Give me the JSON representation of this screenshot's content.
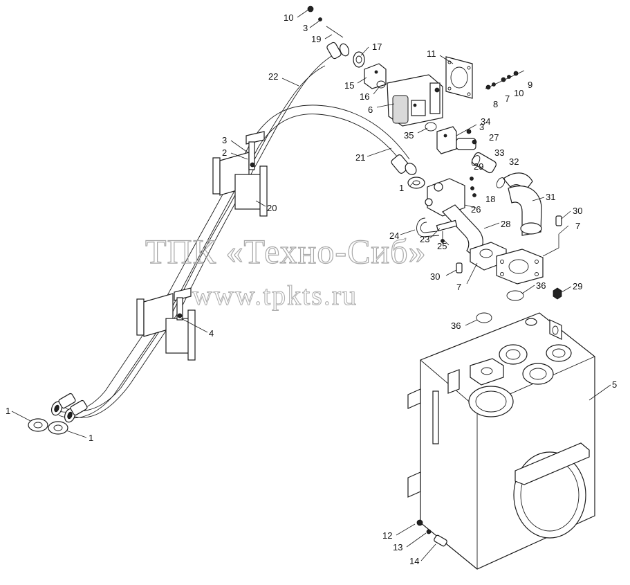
{
  "watermark": {
    "line1": "ТПК «Техно-Сиб»",
    "line2": "www.tpkts.ru"
  },
  "callouts": {
    "c10a": "10",
    "c3a": "3",
    "c19": "19",
    "c17": "17",
    "c11": "11",
    "c22": "22",
    "c15": "15",
    "c16": "16",
    "c6": "6",
    "c9": "9",
    "c10b": "10",
    "c7a": "7",
    "c8": "8",
    "c35": "35",
    "c34": "34",
    "c3b": "3",
    "c27": "27",
    "c3c": "3",
    "c2": "2",
    "c21": "21",
    "c33": "33",
    "c29a": "29",
    "c32": "32",
    "c1a": "1",
    "c18": "18",
    "c31": "31",
    "c20": "20",
    "c26": "26",
    "c30a": "30",
    "c24": "24",
    "c28": "28",
    "c7b": "7",
    "c23": "23",
    "c25": "25",
    "c30b": "30",
    "c7c": "7",
    "c36a": "36",
    "c29b": "29",
    "c36b": "36",
    "c4": "4",
    "c5": "5",
    "c1b": "1",
    "c1c": "1",
    "c12": "12",
    "c13": "13",
    "c14": "14"
  }
}
